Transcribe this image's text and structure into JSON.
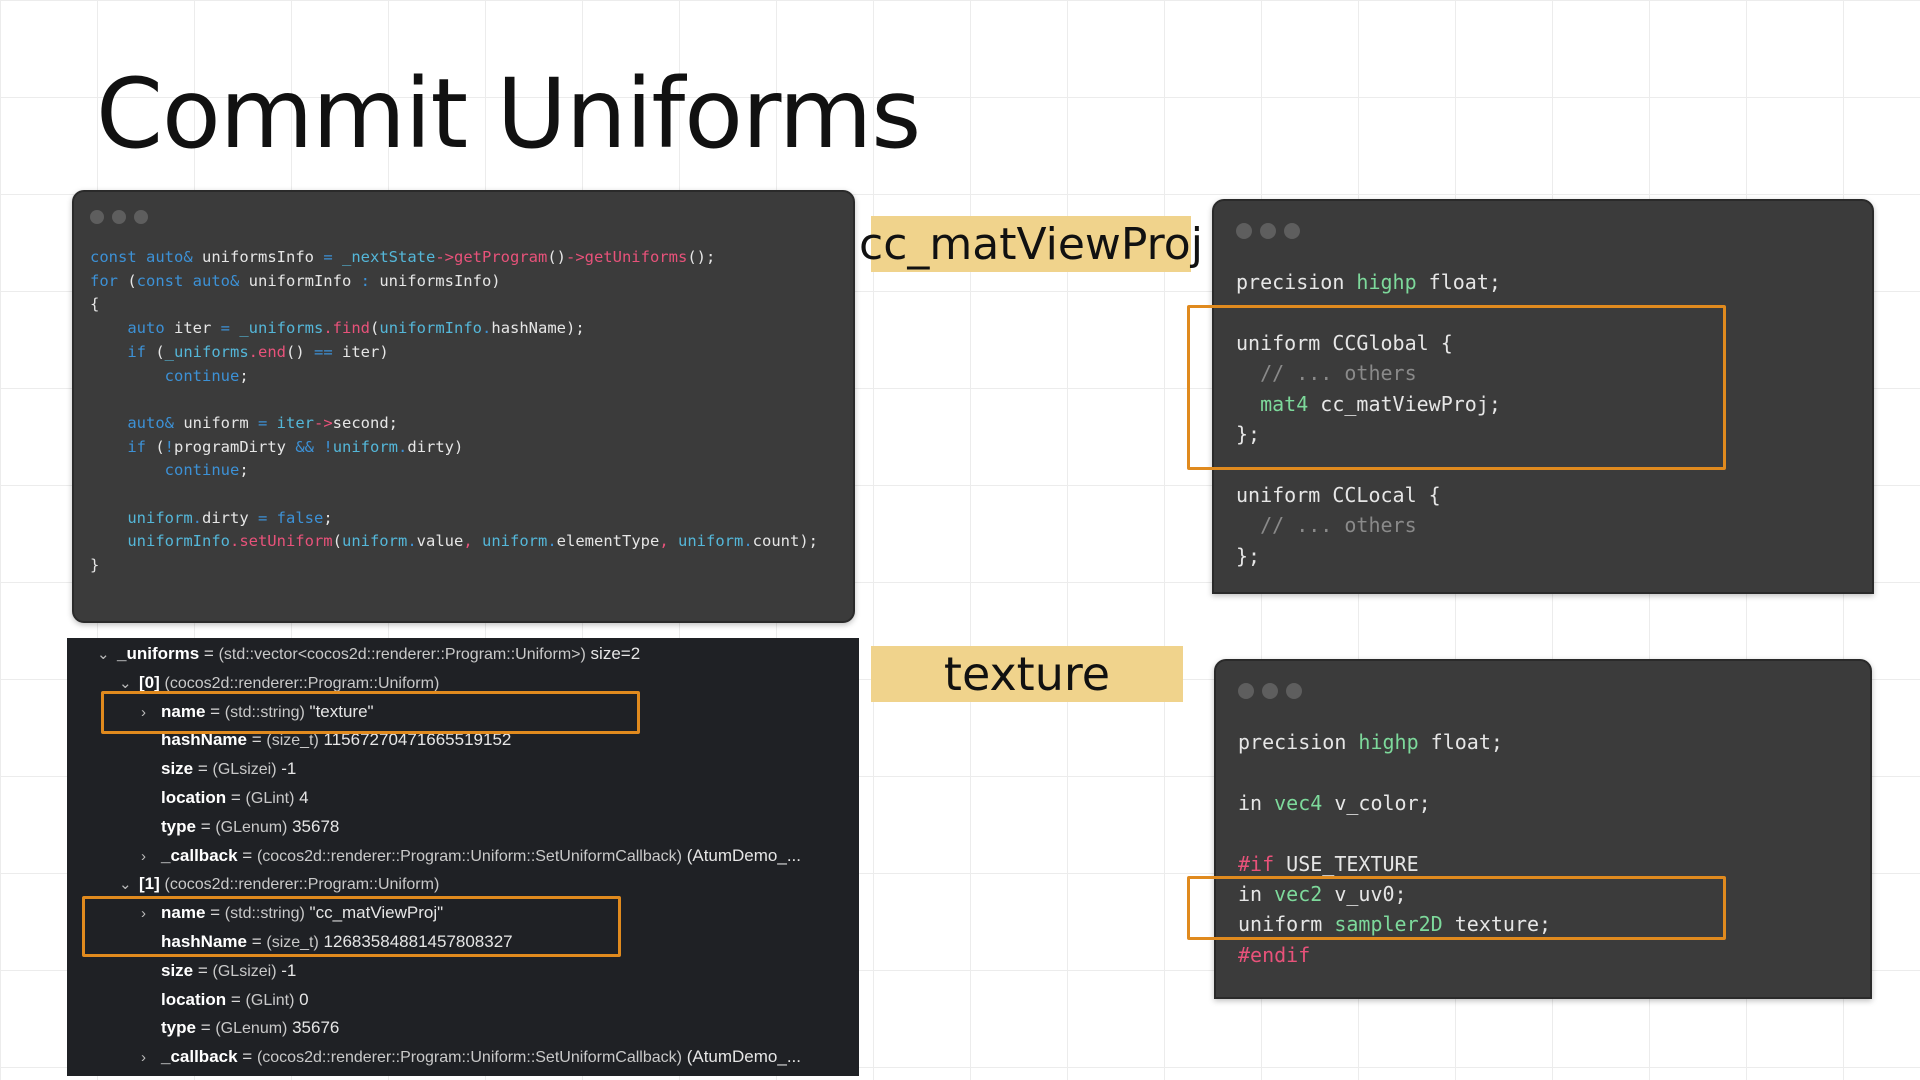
{
  "slide": {
    "title": "Commit Uniforms"
  },
  "cpp_code": {
    "lines": [
      [
        [
          "k",
          "const "
        ],
        [
          "k",
          "auto& "
        ],
        [
          "",
          "uniformsInfo "
        ],
        [
          "k",
          "= "
        ],
        [
          "v",
          "_nextState"
        ],
        [
          "f",
          "->getProgram"
        ],
        [
          "",
          "()"
        ],
        [
          "f",
          "->getUniforms"
        ],
        [
          "",
          "();"
        ]
      ],
      [
        [
          "k",
          "for "
        ],
        [
          "",
          "("
        ],
        [
          "k",
          "const auto& "
        ],
        [
          "",
          "uniformInfo "
        ],
        [
          "k",
          ": "
        ],
        [
          "",
          "uniformsInfo)"
        ]
      ],
      [
        [
          "",
          "{"
        ]
      ],
      [
        [
          "",
          "    "
        ],
        [
          "k",
          "auto "
        ],
        [
          "",
          "iter "
        ],
        [
          "k",
          "= "
        ],
        [
          "v",
          "_uniforms"
        ],
        [
          "f",
          ".find"
        ],
        [
          "",
          "("
        ],
        [
          "v",
          "uniformInfo"
        ],
        [
          "k",
          "."
        ],
        [
          "",
          "hashName);"
        ]
      ],
      [
        [
          "",
          "    "
        ],
        [
          "k",
          "if "
        ],
        [
          "",
          "("
        ],
        [
          "v",
          "_uniforms"
        ],
        [
          "f",
          ".end"
        ],
        [
          "",
          "() "
        ],
        [
          "k",
          "== "
        ],
        [
          "",
          "iter)"
        ]
      ],
      [
        [
          "",
          "        "
        ],
        [
          "k",
          "continue"
        ],
        [
          "",
          ";"
        ]
      ],
      [
        [
          "",
          ""
        ]
      ],
      [
        [
          "",
          "    "
        ],
        [
          "k",
          "auto& "
        ],
        [
          "",
          "uniform "
        ],
        [
          "k",
          "= "
        ],
        [
          "v",
          "iter"
        ],
        [
          "f",
          "->"
        ],
        [
          "",
          "second;"
        ]
      ],
      [
        [
          "",
          "    "
        ],
        [
          "k",
          "if "
        ],
        [
          "",
          "("
        ],
        [
          "k",
          "!"
        ],
        [
          "",
          "programDirty "
        ],
        [
          "k",
          "&& "
        ],
        [
          "k",
          "!"
        ],
        [
          "v",
          "uniform"
        ],
        [
          "k",
          "."
        ],
        [
          "",
          "dirty)"
        ]
      ],
      [
        [
          "",
          "        "
        ],
        [
          "k",
          "continue"
        ],
        [
          "",
          ";"
        ]
      ],
      [
        [
          "",
          ""
        ]
      ],
      [
        [
          "",
          "    "
        ],
        [
          "v",
          "uniform"
        ],
        [
          "k",
          "."
        ],
        [
          "",
          "dirty "
        ],
        [
          "k",
          "= "
        ],
        [
          "k",
          "false"
        ],
        [
          "",
          ";"
        ]
      ],
      [
        [
          "",
          "    "
        ],
        [
          "v",
          "uniformInfo"
        ],
        [
          "f",
          ".setUniform"
        ],
        [
          "",
          "("
        ],
        [
          "v",
          "uniform"
        ],
        [
          "k",
          "."
        ],
        [
          "",
          "value"
        ],
        [
          "f",
          ", "
        ],
        [
          "v",
          "uniform"
        ],
        [
          "k",
          "."
        ],
        [
          "",
          "elementType"
        ],
        [
          "f",
          ", "
        ],
        [
          "v",
          "uniform"
        ],
        [
          "k",
          "."
        ],
        [
          "",
          "count);"
        ]
      ],
      [
        [
          "",
          "}"
        ]
      ]
    ]
  },
  "labels": {
    "matviewproj": "cc_matViewProj",
    "texture": "texture"
  },
  "glsl_a": {
    "lines": [
      [
        [
          "",
          "precision "
        ],
        [
          "g",
          "highp "
        ],
        [
          "",
          "float;"
        ]
      ],
      [
        [
          "",
          ""
        ]
      ],
      [
        [
          "",
          "uniform CCGlobal {"
        ]
      ],
      [
        [
          "cm",
          "  // ... others"
        ]
      ],
      [
        [
          "g",
          "  mat4 "
        ],
        [
          "",
          "cc_matViewProj;"
        ]
      ],
      [
        [
          "",
          "};"
        ]
      ],
      [
        [
          "",
          ""
        ]
      ],
      [
        [
          "",
          "uniform CCLocal {"
        ]
      ],
      [
        [
          "cm",
          "  // ... others"
        ]
      ],
      [
        [
          "",
          "};"
        ]
      ]
    ]
  },
  "glsl_b": {
    "lines": [
      [
        [
          "",
          "precision "
        ],
        [
          "g",
          "highp "
        ],
        [
          "",
          "float;"
        ]
      ],
      [
        [
          "",
          ""
        ]
      ],
      [
        [
          "",
          "in "
        ],
        [
          "g",
          "vec4 "
        ],
        [
          "",
          "v_color;"
        ]
      ],
      [
        [
          "",
          ""
        ]
      ],
      [
        [
          "pp",
          "#if "
        ],
        [
          "",
          "USE_TEXTURE"
        ]
      ],
      [
        [
          "",
          "in "
        ],
        [
          "g",
          "vec2 "
        ],
        [
          "",
          "v_uv0;"
        ]
      ],
      [
        [
          "",
          "uniform "
        ],
        [
          "g",
          "sampler2D "
        ],
        [
          "",
          "texture;"
        ]
      ],
      [
        [
          "pp",
          "#endif"
        ]
      ]
    ]
  },
  "debugger": {
    "rows": [
      {
        "chev": "⌄",
        "key": "_uniforms",
        "type": "(std::vector<cocos2d::renderer::Program::Uniform>)",
        "value": "size=2"
      },
      {
        "chev": "⌄",
        "key": "[0]",
        "type": "(cocos2d::renderer::Program::Uniform)",
        "value": ""
      },
      {
        "chev": "›",
        "key": "name",
        "type": "(std::string)",
        "value": "\"texture\""
      },
      {
        "chev": "",
        "key": "hashName",
        "type": "(size_t)",
        "value": "11567270471665519152"
      },
      {
        "chev": "",
        "key": "size",
        "type": "(GLsizei)",
        "value": "-1"
      },
      {
        "chev": "",
        "key": "location",
        "type": "(GLint)",
        "value": "4"
      },
      {
        "chev": "",
        "key": "type",
        "type": "(GLenum)",
        "value": "35678"
      },
      {
        "chev": "›",
        "key": "_callback",
        "type": "(cocos2d::renderer::Program::Uniform::SetUniformCallback)",
        "value": "(AtumDemo_..."
      },
      {
        "chev": "⌄",
        "key": "[1]",
        "type": "(cocos2d::renderer::Program::Uniform)",
        "value": ""
      },
      {
        "chev": "›",
        "key": "name",
        "type": "(std::string)",
        "value": "\"cc_matViewProj\""
      },
      {
        "chev": "",
        "key": "hashName",
        "type": "(size_t)",
        "value": "12683584881457808327"
      },
      {
        "chev": "",
        "key": "size",
        "type": "(GLsizei)",
        "value": "-1"
      },
      {
        "chev": "",
        "key": "location",
        "type": "(GLint)",
        "value": "0"
      },
      {
        "chev": "",
        "key": "type",
        "type": "(GLenum)",
        "value": "35676"
      },
      {
        "chev": "›",
        "key": "_callback",
        "type": "(cocos2d::renderer::Program::Uniform::SetUniformCallback)",
        "value": "(AtumDemo_..."
      }
    ]
  }
}
